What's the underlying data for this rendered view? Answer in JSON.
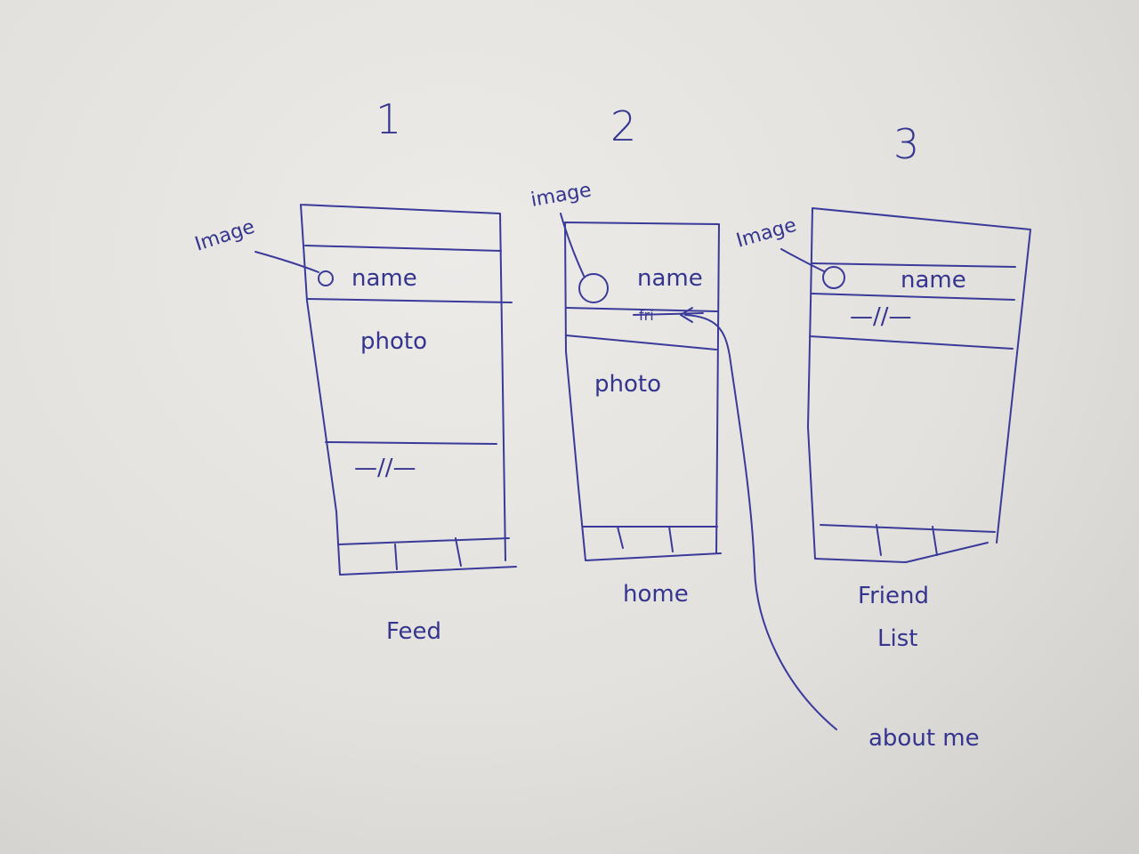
{
  "screens": [
    {
      "number": "1",
      "caption": "Feed",
      "image_note": "Image",
      "name": "name",
      "photo": "photo",
      "divider_mark": "—//—"
    },
    {
      "number": "2",
      "caption": "home",
      "image_note": "image",
      "name": "name",
      "photo": "photo",
      "struck_text": "fri"
    },
    {
      "number": "3",
      "caption_line1": "Friend",
      "caption_line2": "List",
      "image_note": "Image",
      "name": "name",
      "divider_mark": "—//—"
    }
  ],
  "callout": "about me",
  "ink_color": "#3a3a9a"
}
